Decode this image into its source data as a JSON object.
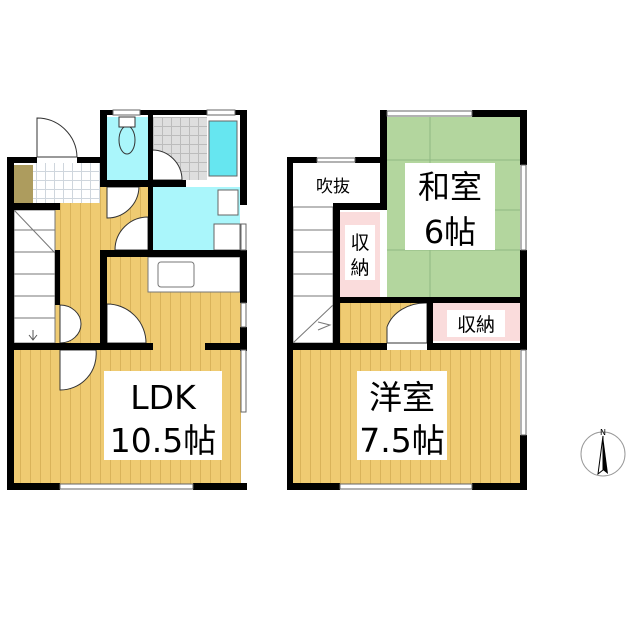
{
  "floor1": {
    "ldk_name": "LDK",
    "ldk_size": "10.5帖"
  },
  "floor2": {
    "fukinuke": "吹抜",
    "washitsu_name": "和室",
    "washitsu_size": "6帖",
    "storage_a_line1": "収",
    "storage_a_line2": "納",
    "storage_b": "収納",
    "yoshitsu_name": "洋室",
    "yoshitsu_size": "7.5帖"
  },
  "compass": {
    "label": "N",
    "icon": "north-arrow-icon"
  },
  "colors": {
    "wood_floor": "#efcb72",
    "wet_area": "#aaf6fb",
    "tatami": "#b3d69e",
    "storage": "#fadcdc",
    "shoe_cabinet": "#ad9c5e",
    "wall": "#000000"
  }
}
